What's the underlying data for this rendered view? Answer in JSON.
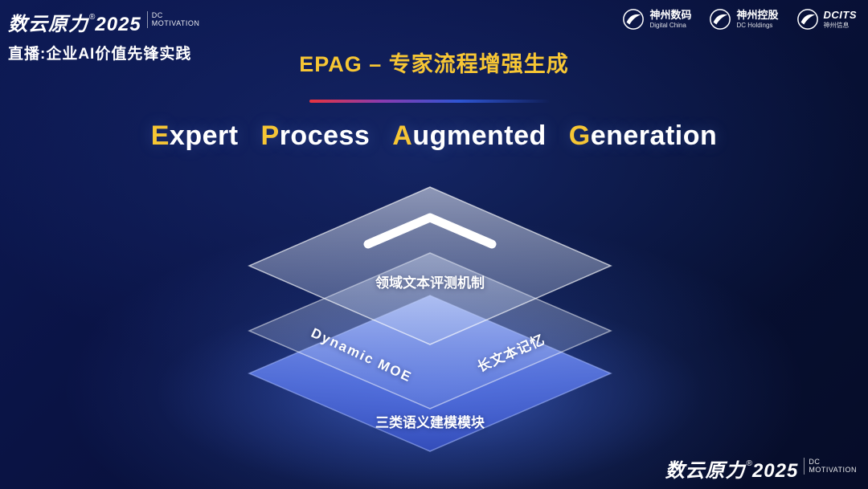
{
  "brand": {
    "name": "数云原力",
    "reg": "®",
    "year": "2025",
    "line1": "DC",
    "line2": "MOTIVATION"
  },
  "header": {
    "live_label": "直播:企业AI价值先锋实践",
    "page_title": "EPAG – 专家流程增强生成",
    "partners": [
      {
        "name": "神州数码",
        "sub": "Digital China"
      },
      {
        "name": "神州控股",
        "sub": "DC Holdings"
      },
      {
        "name": "DCITS",
        "sub": "神州信息"
      }
    ]
  },
  "main_title": {
    "words": [
      {
        "first": "E",
        "rest": "xpert"
      },
      {
        "first": "P",
        "rest": "rocess"
      },
      {
        "first": "A",
        "rest": "ugmented"
      },
      {
        "first": "G",
        "rest": "eneration"
      }
    ]
  },
  "diagram": {
    "top_label": "领域文本评测机制",
    "mid_left_label": "Dynamic MOE",
    "mid_right_label": "长文本记忆",
    "bottom_label": "三类语义建模模块"
  },
  "colors": {
    "accent_gold": "#f7c634",
    "background_navy": "#0a1344",
    "layer_blue": "#5a78e8",
    "divider_red": "#e8333f"
  }
}
